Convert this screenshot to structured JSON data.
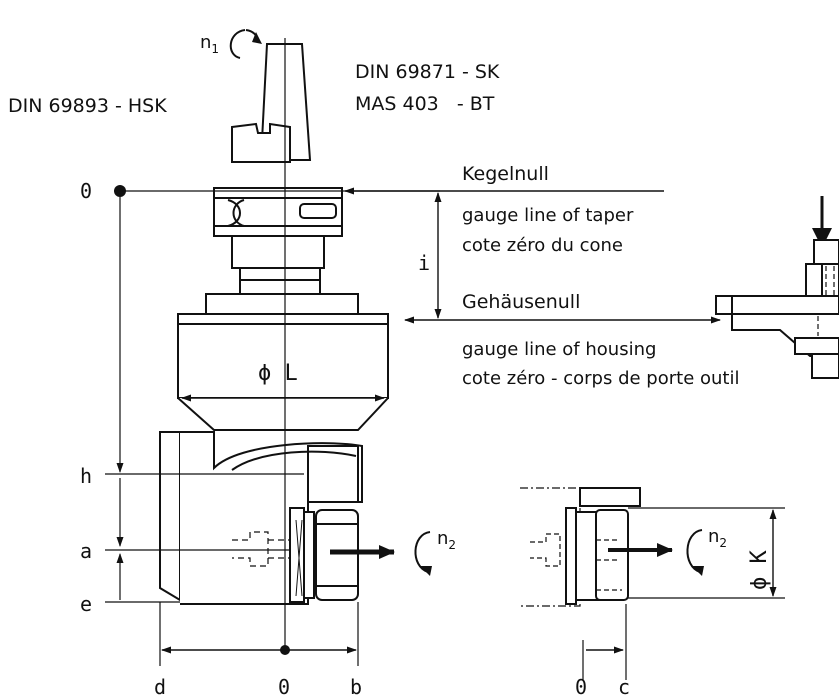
{
  "standards": {
    "sk": "DIN 69871 - SK",
    "bt": "MAS 403   - BT",
    "hsk": "DIN 69893 - HSK"
  },
  "speeds": {
    "input": "n",
    "input_sub": "1",
    "output": "n",
    "output_sub": "2",
    "output_detail": "n",
    "output_detail_sub": "2"
  },
  "gauge_taper": {
    "de": "Kegelnull",
    "en": "gauge line of taper",
    "fr": "cote zéro du cone"
  },
  "gauge_housing": {
    "de": "Gehäusenull",
    "en": "gauge line of housing",
    "fr": "cote zéro - corps de porte outil"
  },
  "dimensions": {
    "zero_vertical": "0",
    "i": "i",
    "diameter_L": "ϕ L",
    "h": "h",
    "a": "a",
    "e": "e",
    "d": "d",
    "zero_main": "0",
    "b": "b",
    "zero_detail": "0",
    "c": "c",
    "diameter_K": "ϕ K"
  }
}
